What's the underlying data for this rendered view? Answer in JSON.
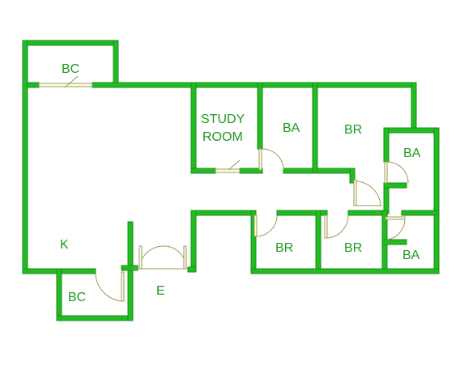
{
  "plan": {
    "wall_color": "#22bb22",
    "door_color": "#9a9a5a",
    "label_color": "#1f9a1f",
    "rooms": {
      "bc_top": "BC",
      "study_line1": "STUDY",
      "study_line2": "ROOM",
      "ba_mid": "BA",
      "br_top": "BR",
      "ba_right_top": "BA",
      "kitchen": "K",
      "bc_bottom": "BC",
      "entry": "E",
      "br_bottom_left": "BR",
      "br_bottom_mid": "BR",
      "ba_right_bottom": "BA"
    }
  }
}
